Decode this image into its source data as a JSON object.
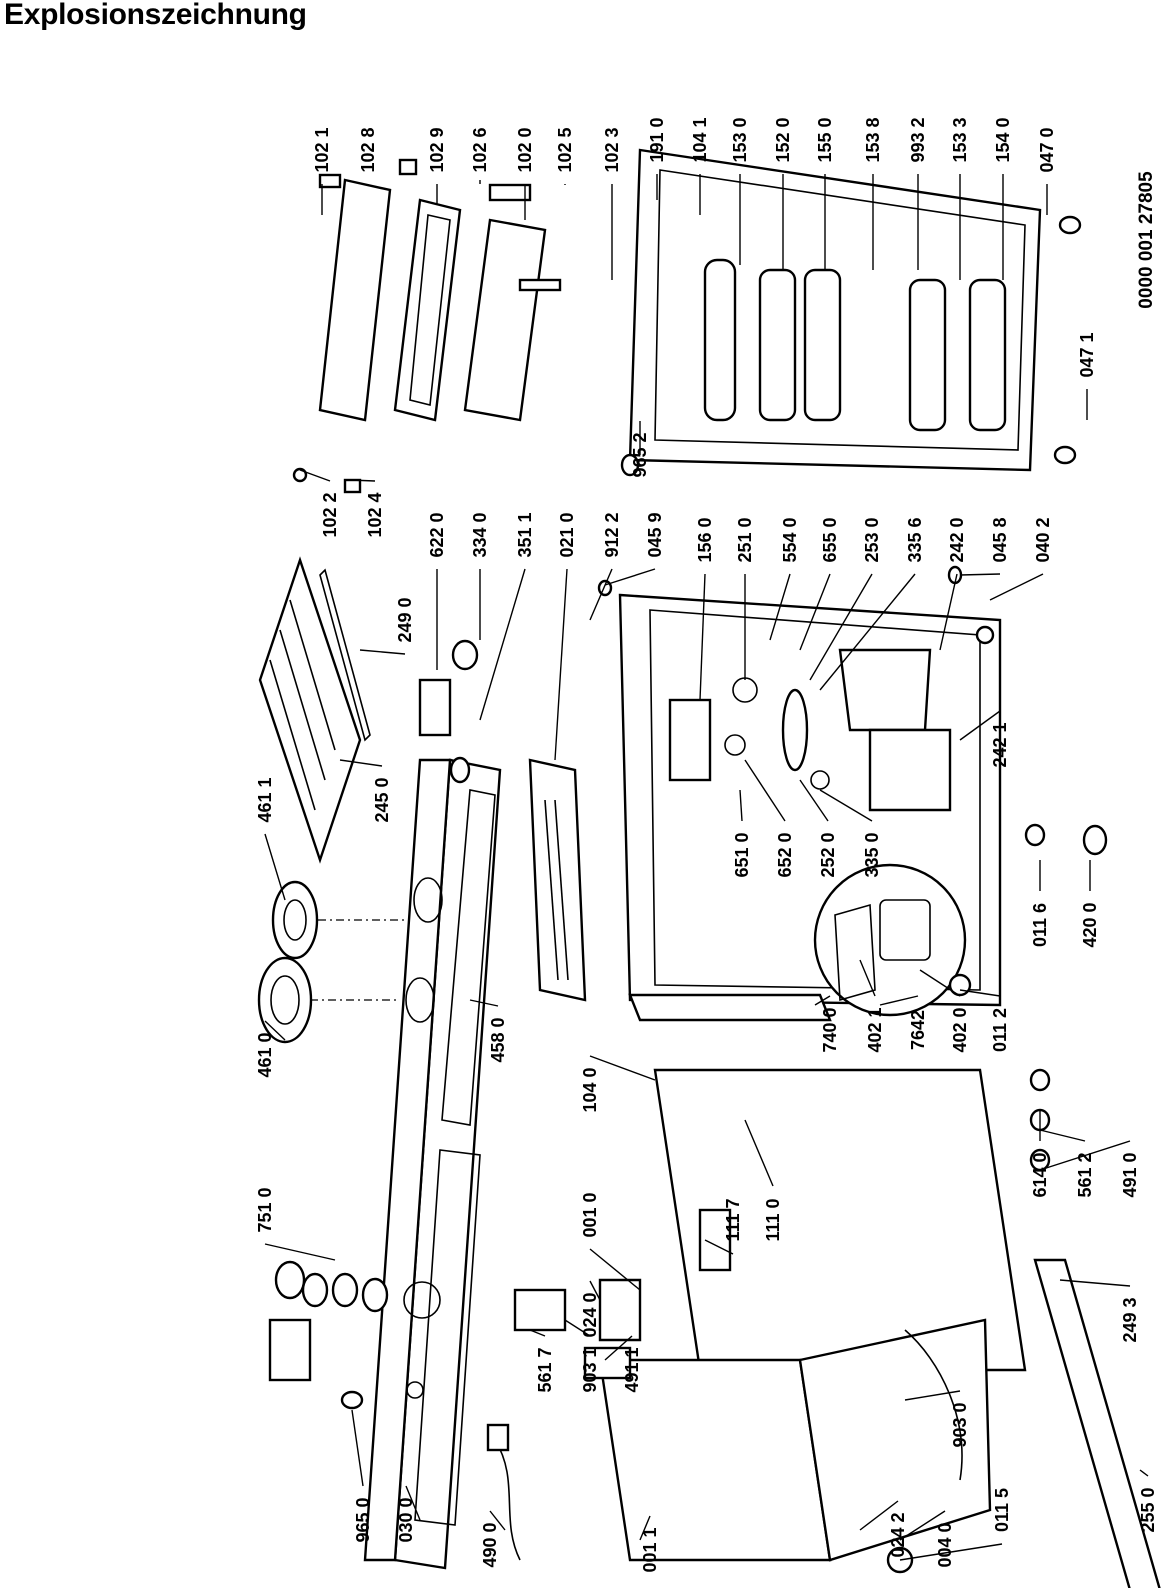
{
  "title": "Explosionszeichnung",
  "document_number": "0000 001 27805",
  "parts": [
    {
      "id": "p1021",
      "label": "102 1"
    },
    {
      "id": "p1028",
      "label": "102 8"
    },
    {
      "id": "p1029",
      "label": "102 9"
    },
    {
      "id": "p1026",
      "label": "102 6"
    },
    {
      "id": "p1020",
      "label": "102 0"
    },
    {
      "id": "p1025",
      "label": "102 5"
    },
    {
      "id": "p1023",
      "label": "102 3"
    },
    {
      "id": "p1910",
      "label": "191 0"
    },
    {
      "id": "p1041",
      "label": "104 1"
    },
    {
      "id": "p1530",
      "label": "153 0"
    },
    {
      "id": "p1520",
      "label": "152 0"
    },
    {
      "id": "p1550",
      "label": "155 0"
    },
    {
      "id": "p1538",
      "label": "153 8"
    },
    {
      "id": "p9932",
      "label": "993 2"
    },
    {
      "id": "p1533",
      "label": "153 3"
    },
    {
      "id": "p1540",
      "label": "154 0"
    },
    {
      "id": "p0470",
      "label": "047 0"
    },
    {
      "id": "p0471",
      "label": "047 1"
    },
    {
      "id": "p9652",
      "label": "965 2"
    },
    {
      "id": "p1022",
      "label": "102 2"
    },
    {
      "id": "p1024",
      "label": "102 4"
    },
    {
      "id": "p2490",
      "label": "249 0"
    },
    {
      "id": "p6220",
      "label": "622 0"
    },
    {
      "id": "p3340",
      "label": "334 0"
    },
    {
      "id": "p3511",
      "label": "351 1"
    },
    {
      "id": "p0210",
      "label": "021 0"
    },
    {
      "id": "p9122",
      "label": "912 2"
    },
    {
      "id": "p0459",
      "label": "045 9"
    },
    {
      "id": "p1560",
      "label": "156 0"
    },
    {
      "id": "p2510",
      "label": "251 0"
    },
    {
      "id": "p5540",
      "label": "554 0"
    },
    {
      "id": "p6550",
      "label": "655 0"
    },
    {
      "id": "p2530",
      "label": "253 0"
    },
    {
      "id": "p3356",
      "label": "335 6"
    },
    {
      "id": "p2420",
      "label": "242 0"
    },
    {
      "id": "p0458",
      "label": "045 8"
    },
    {
      "id": "p0402",
      "label": "040 2"
    },
    {
      "id": "p4611",
      "label": "461 1"
    },
    {
      "id": "p2450",
      "label": "245 0"
    },
    {
      "id": "p2421",
      "label": "242 1"
    },
    {
      "id": "p6510",
      "label": "651 0"
    },
    {
      "id": "p6520",
      "label": "652 0"
    },
    {
      "id": "p2520",
      "label": "252 0"
    },
    {
      "id": "p3350",
      "label": "335 0"
    },
    {
      "id": "p0116",
      "label": "011 6"
    },
    {
      "id": "p4200",
      "label": "420 0"
    },
    {
      "id": "p4610",
      "label": "461 0"
    },
    {
      "id": "p4580",
      "label": "458 0"
    },
    {
      "id": "p1040",
      "label": "104 0"
    },
    {
      "id": "p7400",
      "label": "740 0"
    },
    {
      "id": "p4021",
      "label": "402 1"
    },
    {
      "id": "p7642",
      "label": "7642"
    },
    {
      "id": "p4020",
      "label": "402 0"
    },
    {
      "id": "p0112",
      "label": "011 2"
    },
    {
      "id": "p7510",
      "label": "751 0"
    },
    {
      "id": "p0010",
      "label": "001 0"
    },
    {
      "id": "p1117",
      "label": "111 7"
    },
    {
      "id": "p1110",
      "label": "111 0"
    },
    {
      "id": "p0240",
      "label": "024 0"
    },
    {
      "id": "p6140",
      "label": "614 0"
    },
    {
      "id": "p5612",
      "label": "561 2"
    },
    {
      "id": "p4910",
      "label": "491 0"
    },
    {
      "id": "p5617",
      "label": "561 7"
    },
    {
      "id": "p9031",
      "label": "903 1"
    },
    {
      "id": "p4911",
      "label": "491 1"
    },
    {
      "id": "p2493",
      "label": "249 3"
    },
    {
      "id": "p9650",
      "label": "965 0"
    },
    {
      "id": "p0300",
      "label": "030 0"
    },
    {
      "id": "p9030",
      "label": "903 0"
    },
    {
      "id": "p0115",
      "label": "011 5"
    },
    {
      "id": "p2550",
      "label": "255 0"
    },
    {
      "id": "p4900",
      "label": "490 0"
    },
    {
      "id": "p0011",
      "label": "001 1"
    },
    {
      "id": "p0242",
      "label": "024 2"
    },
    {
      "id": "p0040",
      "label": "004 0"
    }
  ]
}
